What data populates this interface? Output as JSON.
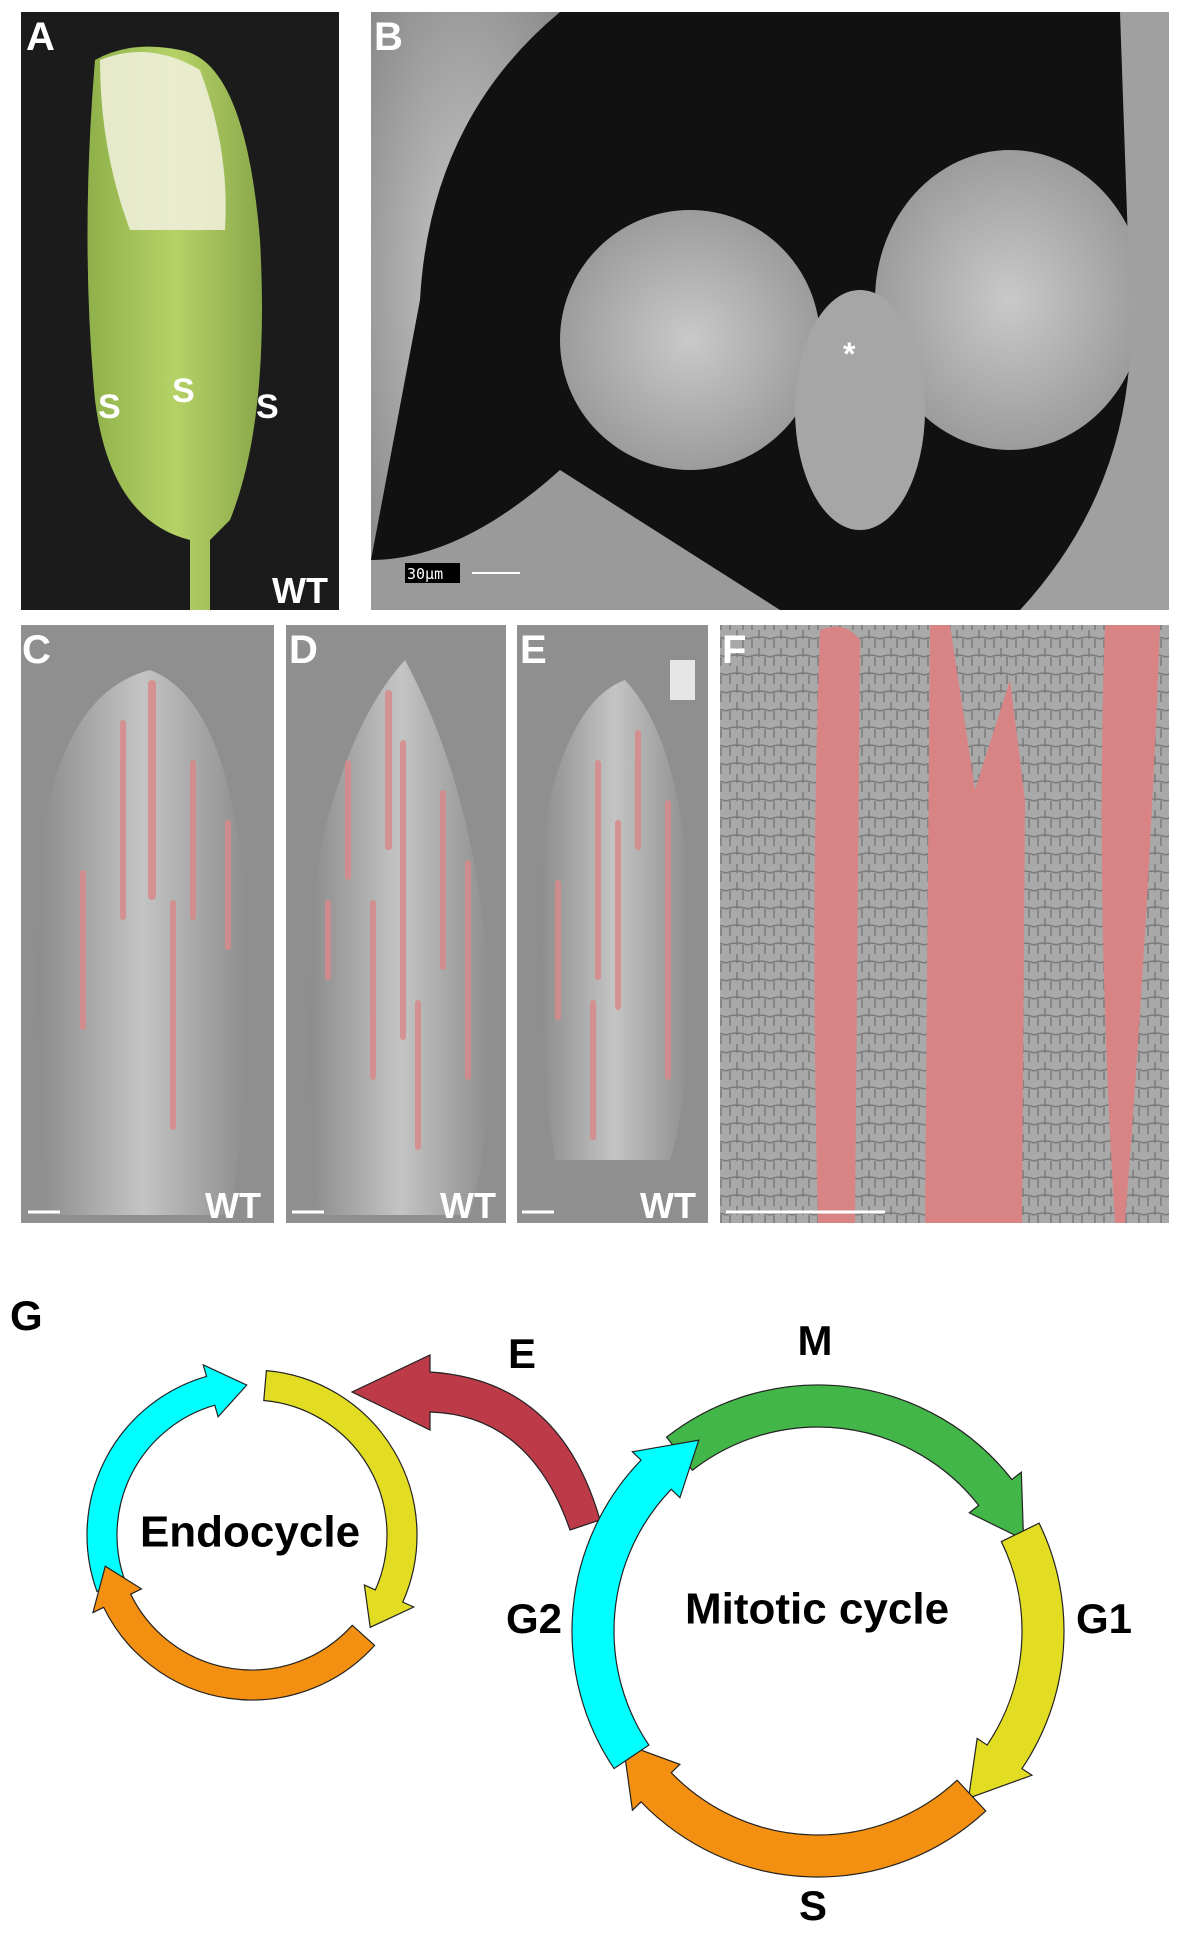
{
  "panels": {
    "A": {
      "letter": "A",
      "labels": [
        "S",
        "S",
        "S"
      ],
      "genotype": "WT"
    },
    "B": {
      "letter": "B",
      "asterisk": "*",
      "scale_bar": "30µm"
    },
    "C": {
      "letter": "C",
      "genotype": "WT"
    },
    "D": {
      "letter": "D",
      "genotype": "WT"
    },
    "E": {
      "letter": "E",
      "genotype": "WT"
    },
    "F": {
      "letter": "F"
    },
    "G": {
      "letter": "G",
      "endocycle_label": "Endocycle",
      "mitotic_label": "Mitotic cycle",
      "phases": {
        "M": "M",
        "G1": "G1",
        "S": "S",
        "G2": "G2",
        "E": "E"
      }
    }
  },
  "colors": {
    "cyan": "#00ffff",
    "yellow": "#e2dc22",
    "orange": "#f39011",
    "green": "#43b649",
    "red": "#bd3a49",
    "highlight": "#e07a7a"
  }
}
